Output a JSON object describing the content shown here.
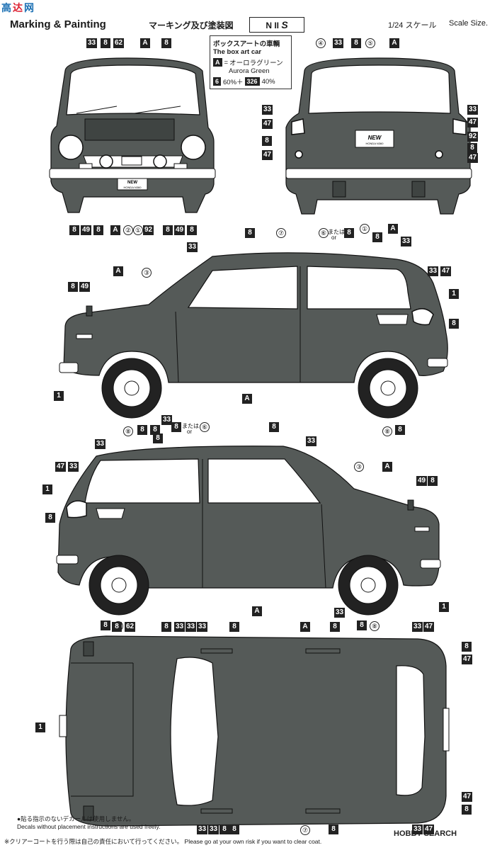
{
  "header": {
    "title": "Marking & Painting",
    "title_ja": "マーキング及び塗装図",
    "model": "N II",
    "model_suffix": "S",
    "scale_ja": "1/24 スケール",
    "scale_en": "Scale Size."
  },
  "legend": {
    "heading_ja": "ボックスアートの車輌",
    "heading_en": "The box art car",
    "color_code": "A",
    "color_eq": "=",
    "color_ja": "オーロラグリーン",
    "color_en": "Aurora Green",
    "mix_code1": "6",
    "mix_pct1": "60%＋",
    "mix_code2": "326",
    "mix_pct2": "40%"
  },
  "decals": {
    "new_line1": "NEW",
    "new_line2": "HONDA N360"
  },
  "labels": {
    "mata": "または",
    "or": "or"
  },
  "footnotes": [
    "●貼る指示のないデカールは使用しません。",
    "Decals without placement instructions are used freely.",
    "※クリアーコートを行う際は自己の責任において行ってください。 Please go at your own risk if you want to clear coat."
  ],
  "watermark": "HOBBY SEARCH",
  "colors": {
    "car_body": "#555a58",
    "outline": "#111111"
  }
}
